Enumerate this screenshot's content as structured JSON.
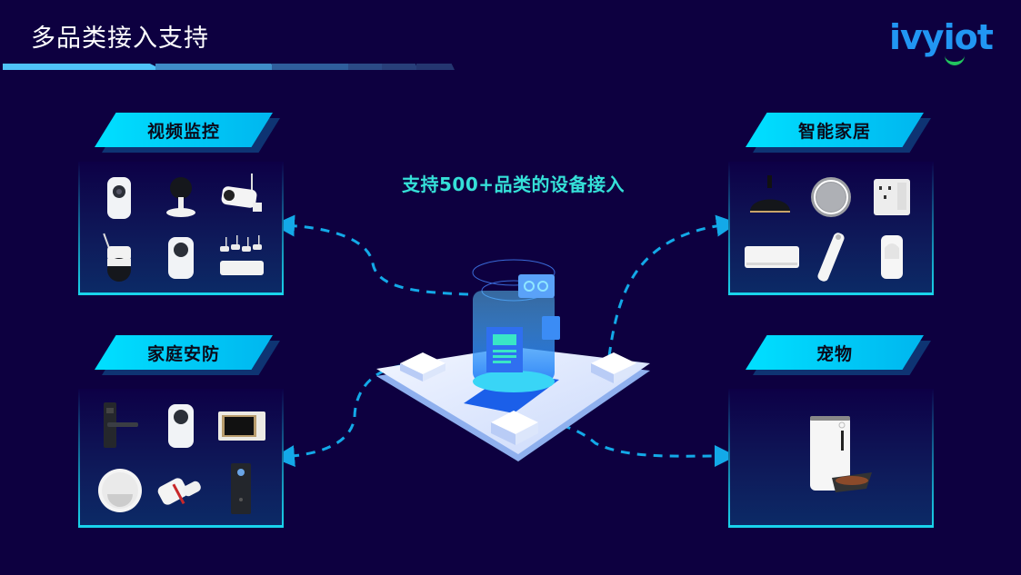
{
  "header": {
    "title": "多品类接入支持",
    "logo_text": "ivyiot",
    "bar_colors": [
      "#4fc3f7",
      "#3f8dc8",
      "#2f5e9c",
      "#2b4a86",
      "#283f7a",
      "#243670"
    ]
  },
  "center": {
    "caption": "支持500+品类的设备接入",
    "illustration": "iot-platform-isometric-icon"
  },
  "categories": [
    {
      "id": "video-surveillance",
      "label": "视频监控",
      "devices": [
        "indoor-camera-icon",
        "mini-camera-icon",
        "bullet-camera-icon",
        "ptz-dome-camera-icon",
        "pan-tilt-camera-icon",
        "nvr-kit-icon"
      ]
    },
    {
      "id": "home-security",
      "label": "家庭安防",
      "devices": [
        "smart-lock-icon",
        "pan-tilt-camera-icon",
        "video-intercom-icon",
        "smoke-detector-icon",
        "door-sensor-icon",
        "video-doorbell-icon"
      ]
    },
    {
      "id": "smart-home",
      "label": "智能家居",
      "devices": [
        "pendant-lamp-icon",
        "smart-mirror-icon",
        "smart-socket-icon",
        "air-conditioner-icon",
        "curtain-motor-icon",
        "pir-sensor-icon"
      ]
    },
    {
      "id": "pets",
      "label": "宠物",
      "devices": [
        "pet-feeder-icon"
      ]
    }
  ],
  "colors": {
    "background": "#0d0040",
    "accent_cyan": "#19d4ec",
    "tag_gradient_start": "#00e0ff",
    "tag_gradient_end": "#00b6ef",
    "caption": "#35e0d8",
    "dashed_line": "#13a9e8",
    "logo_blue": "#2196f3",
    "logo_green": "#22c55e"
  }
}
